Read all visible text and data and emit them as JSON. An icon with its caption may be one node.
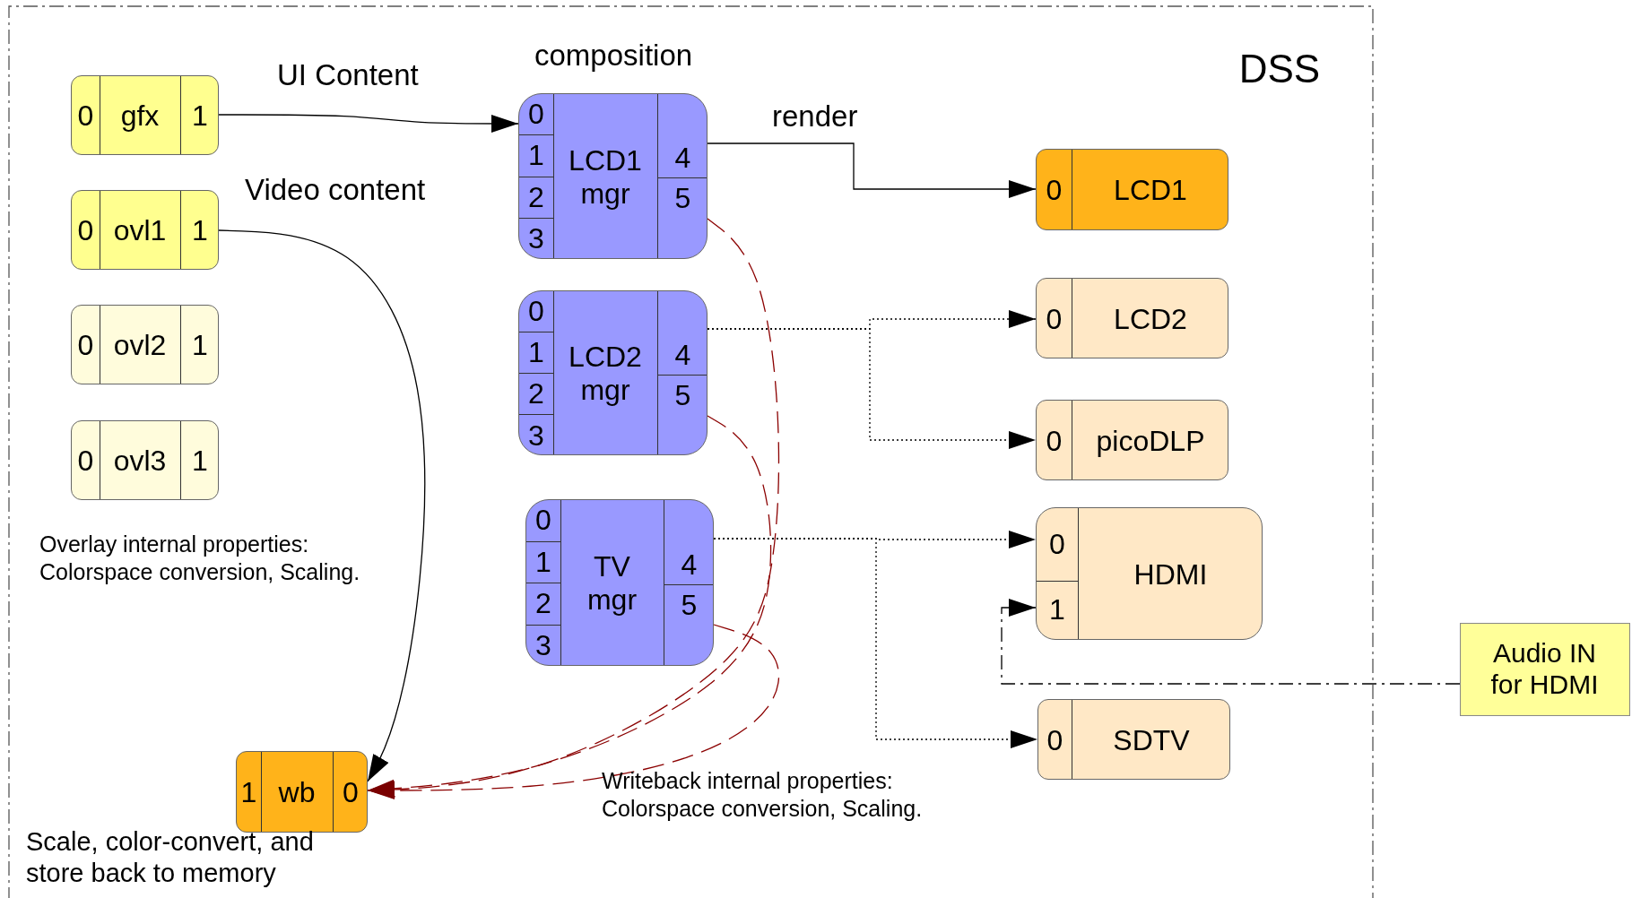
{
  "diagram": {
    "nodes": [
      {
        "text": [
          "DSS"
        ]
      },
      {
        "text": [
          "0",
          "gfx",
          "1"
        ],
        "in": 0
      },
      {
        "text": [
          "0",
          "ovl1",
          "1"
        ],
        "in": 0
      },
      {
        "text": [
          "0",
          "ovl2",
          "1"
        ],
        "in": 0
      },
      {
        "text": [
          "0",
          "ovl3",
          "1"
        ],
        "in": 0
      },
      {
        "text": [
          "0",
          "1",
          "2",
          "3",
          "LCD1 mgr",
          "4",
          "5"
        ],
        "in": 0,
        "beside": [
          "composition"
        ]
      },
      {
        "text": [
          "0",
          "1",
          "2",
          "3",
          "LCD2 mgr",
          "4",
          "5"
        ],
        "in": 0
      },
      {
        "text": [
          "0",
          "1",
          "2",
          "3",
          "TV mgr",
          "4",
          "5"
        ],
        "in": 0
      },
      {
        "text": [
          "0",
          "LCD1"
        ],
        "in": 0
      },
      {
        "text": [
          "0",
          "LCD2"
        ],
        "in": 0
      },
      {
        "text": [
          "0",
          "picoDLP"
        ],
        "in": 0
      },
      {
        "text": [
          "0",
          "1",
          "HDMI"
        ],
        "in": 0
      },
      {
        "text": [
          "0",
          "SDTV"
        ],
        "in": 0
      },
      {
        "text": [
          "1",
          "wb",
          "0"
        ],
        "in": 0,
        "beside": [
          "Scale, color-convert, and store back to memory"
        ]
      },
      {
        "text": [
          "Audio IN for HDMI"
        ]
      }
    ],
    "edges": [
      {
        "from": 1,
        "to": 5,
        "arrow": "to",
        "label": "UI Content"
      },
      {
        "from": 2,
        "to": 13,
        "arrow": "to",
        "label": "Video content"
      },
      {
        "from": 5,
        "to": 8,
        "arrow": "to",
        "label": "render"
      },
      {
        "from": 6,
        "to": 9,
        "arrow": "to",
        "style": "dashed"
      },
      {
        "from": 6,
        "to": 10,
        "arrow": "to",
        "style": "dashed"
      },
      {
        "from": 7,
        "to": 11,
        "arrow": "to",
        "style": "dashed"
      },
      {
        "from": 7,
        "to": 12,
        "arrow": "to",
        "style": "dashed"
      },
      {
        "from": 14,
        "to": 11,
        "arrow": "to",
        "style": "dashed"
      },
      {
        "from": 5,
        "to": 13,
        "arrow": "to",
        "style": "dashed",
        "color": "#8b0000"
      },
      {
        "from": 6,
        "to": 13,
        "arrow": "to",
        "style": "dashed",
        "color": "#8b0000"
      },
      {
        "from": 7,
        "to": 13,
        "arrow": "to",
        "style": "dashed",
        "color": "#8b0000"
      }
    ],
    "labels": [
      "Overlay internal properties: Colorspace conversion, Scaling.",
      "Writeback internal properties: Colorspace conversion, Scaling."
    ]
  }
}
